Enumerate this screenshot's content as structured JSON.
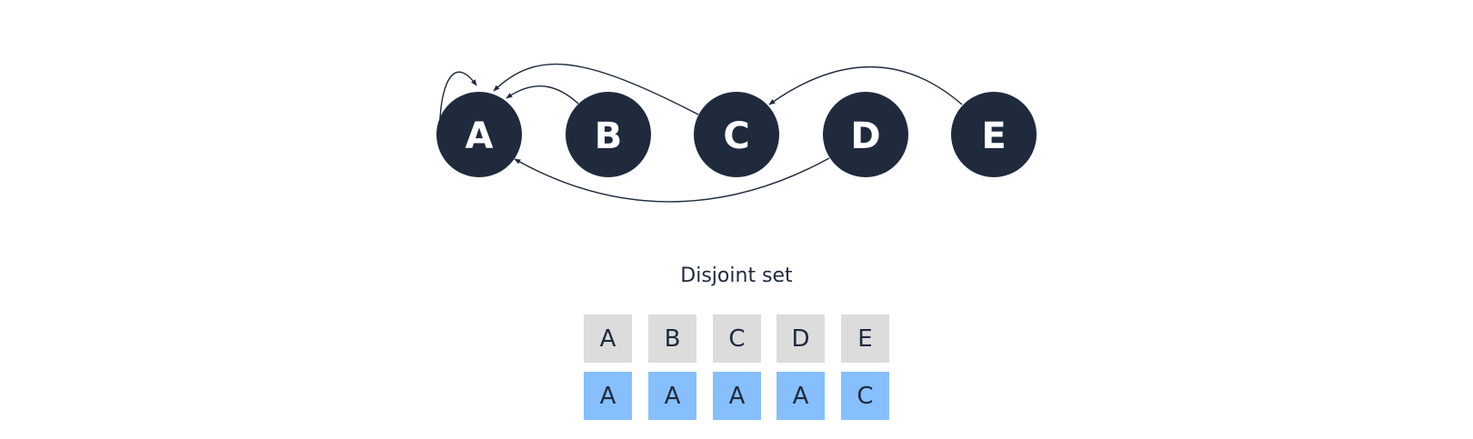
{
  "colors": {
    "node_fill": "#1f2a3d",
    "node_text": "#ffffff",
    "edge": "#1f2a3d",
    "key_cell": "#dcdcdc",
    "parent_cell": "#86bffc"
  },
  "graph": {
    "nodes": [
      "A",
      "B",
      "C",
      "D",
      "E"
    ],
    "edges": [
      {
        "from": "A",
        "to": "A"
      },
      {
        "from": "B",
        "to": "A"
      },
      {
        "from": "C",
        "to": "A"
      },
      {
        "from": "D",
        "to": "A"
      },
      {
        "from": "E",
        "to": "C"
      }
    ]
  },
  "disjoint_set": {
    "title": "Disjoint set",
    "keys": [
      "A",
      "B",
      "C",
      "D",
      "E"
    ],
    "parents": [
      "A",
      "A",
      "A",
      "A",
      "C"
    ]
  }
}
